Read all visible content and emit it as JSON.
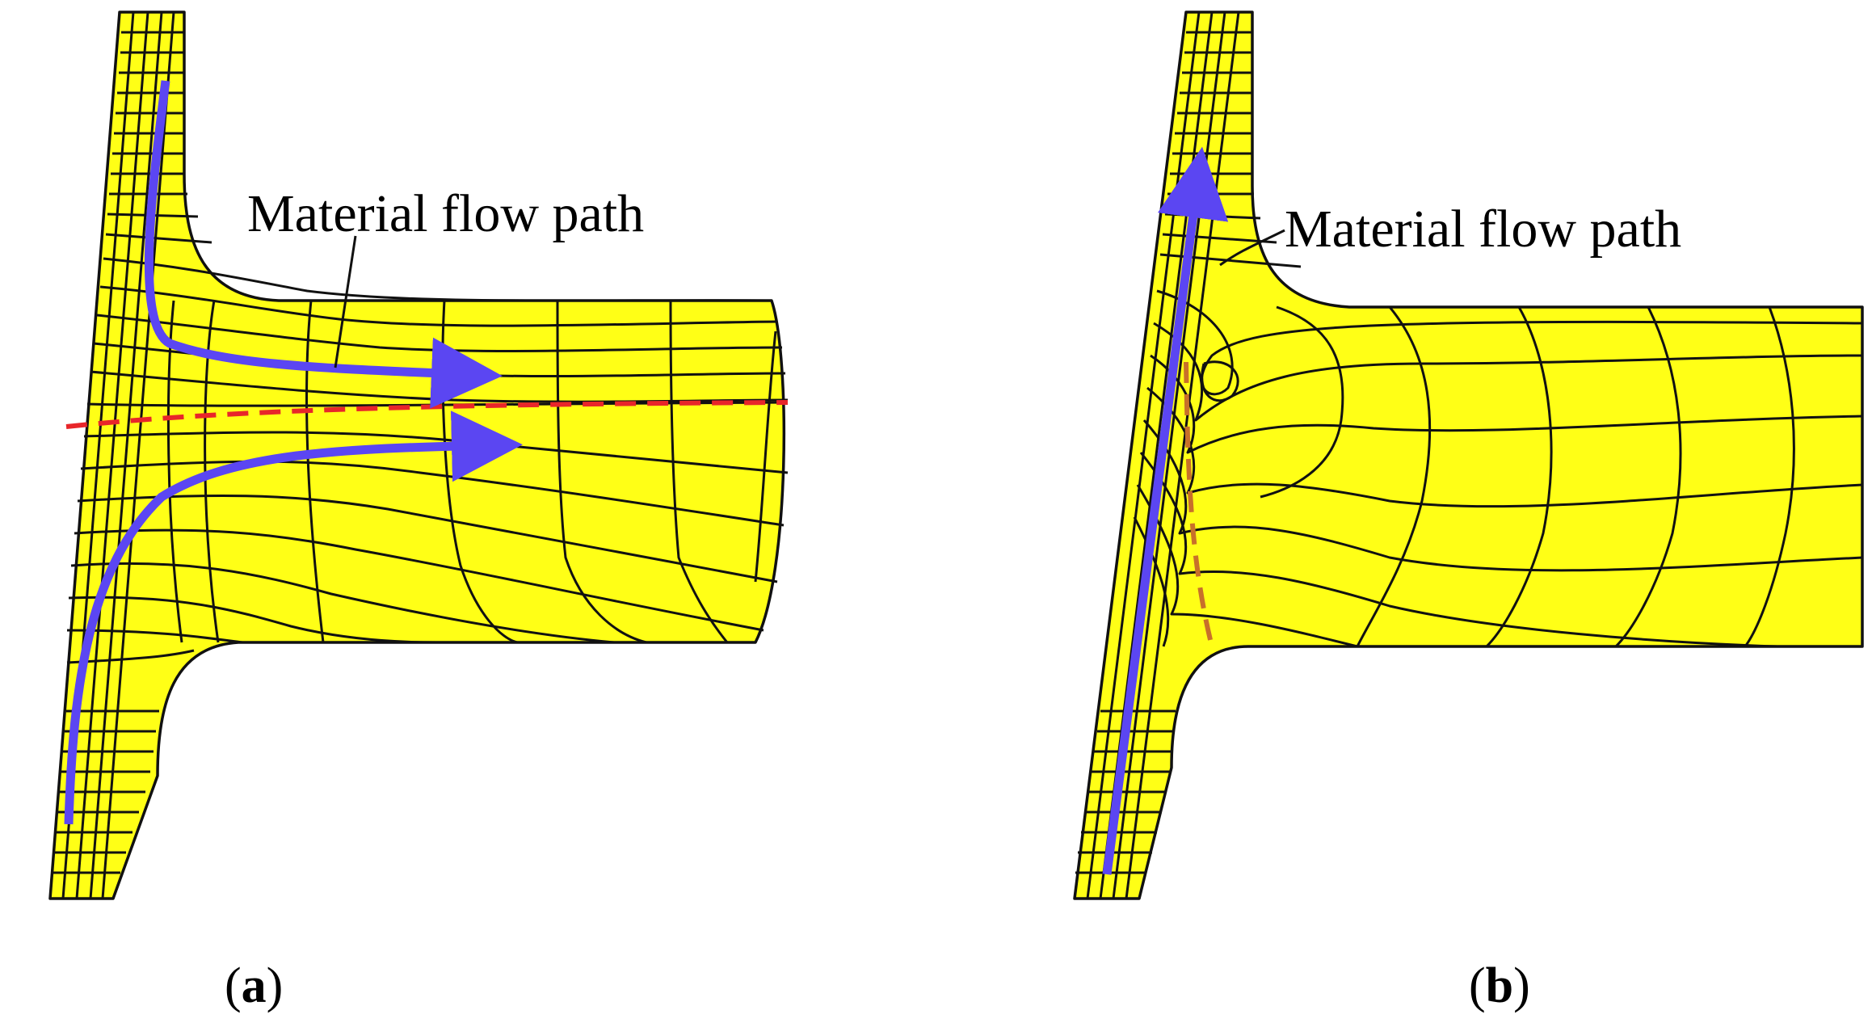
{
  "panels": [
    {
      "id": "a",
      "annotation": "Material flow path",
      "caption_letter": "a"
    },
    {
      "id": "b",
      "annotation": "Material flow path",
      "caption_letter": "b"
    }
  ],
  "colors": {
    "material_fill": "#ffff16",
    "mesh_line": "#111111",
    "flow_arrow": "#5b46f2",
    "parting_line_a": "#e8262a",
    "parting_line_b": "#c8702a"
  },
  "caption_paren_open": "(",
  "caption_paren_close": ")"
}
